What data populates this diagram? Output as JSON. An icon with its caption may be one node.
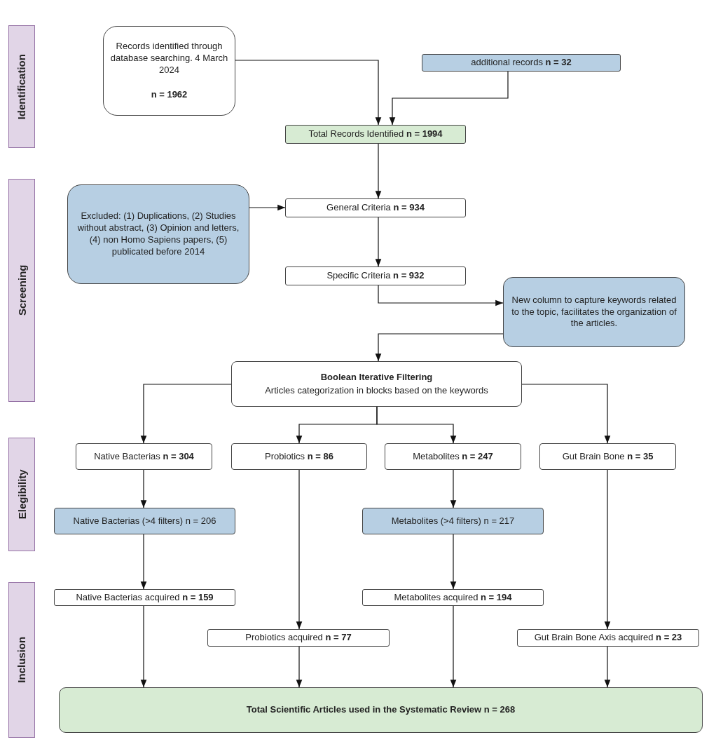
{
  "diagram": {
    "nodes": [
      {
        "text": [
          "Identification"
        ]
      },
      {
        "text": [
          "Screening"
        ]
      },
      {
        "text": [
          "Elegibility"
        ]
      },
      {
        "text": [
          "Inclusion"
        ]
      },
      {
        "text": [
          "Records identified through database searching. 4 March 2024",
          "n = 1962"
        ]
      },
      {
        "text": [
          "additional records **n = 32**"
        ]
      },
      {
        "text": [
          "Total Records Identified **n = 1994**"
        ]
      },
      {
        "text": [
          "Excluded: (1) Duplications, (2) Studies without abstract, (3) Opinion and letters, (4) non Homo Sapiens papers, (5) publicated before 2014"
        ]
      },
      {
        "text": [
          "General Criteria **n = 934**"
        ]
      },
      {
        "text": [
          "Specific Criteria **n = 932**"
        ]
      },
      {
        "text": [
          "New column to capture keywords related to the topic, facilitates the organization of the articles."
        ]
      },
      {
        "text": [
          "Boolean Iterative Filtering",
          "Articles categorization in blocks based on the keywords"
        ]
      },
      {
        "text": [
          "Native Bacterias **n = 304**"
        ]
      },
      {
        "text": [
          "Probiotics **n = 86**"
        ]
      },
      {
        "text": [
          "Metabolites **n = 247**"
        ]
      },
      {
        "text": [
          "Gut Brain Bone **n = 35**"
        ]
      },
      {
        "text": [
          "Native Bacterias (>4 filters) n = 206"
        ]
      },
      {
        "text": [
          "Metabolites (>4 filters) n = 217"
        ]
      },
      {
        "text": [
          "Native Bacterias acquired **n = 159**"
        ]
      },
      {
        "text": [
          "Metabolites acquired **n = 194**"
        ]
      },
      {
        "text": [
          "Probiotics acquired **n = 77**"
        ]
      },
      {
        "text": [
          "Gut Brain Bone Axis acquired **n = 23**"
        ]
      },
      {
        "text": [
          "Total Scientific Articles used in the Systematic Review  n = 268"
        ]
      }
    ],
    "edges": [
      {
        "from": 4,
        "to": 6,
        "arrow": "to"
      },
      {
        "from": 5,
        "to": 6,
        "arrow": "to"
      },
      {
        "from": 6,
        "to": 8,
        "arrow": "to"
      },
      {
        "from": 7,
        "to": 8,
        "arrow": "to"
      },
      {
        "from": 8,
        "to": 9,
        "arrow": "to"
      },
      {
        "from": 9,
        "to": 10,
        "arrow": "to"
      },
      {
        "from": 10,
        "to": 11,
        "arrow": "to"
      },
      {
        "from": 11,
        "to": 12,
        "arrow": "to"
      },
      {
        "from": 11,
        "to": 13,
        "arrow": "to"
      },
      {
        "from": 11,
        "to": 14,
        "arrow": "to"
      },
      {
        "from": 11,
        "to": 15,
        "arrow": "to"
      },
      {
        "from": 12,
        "to": 16,
        "arrow": "to"
      },
      {
        "from": 14,
        "to": 17,
        "arrow": "to"
      },
      {
        "from": 16,
        "to": 18,
        "arrow": "to"
      },
      {
        "from": 17,
        "to": 19,
        "arrow": "to"
      },
      {
        "from": 13,
        "to": 20,
        "arrow": "to"
      },
      {
        "from": 15,
        "to": 21,
        "arrow": "to"
      },
      {
        "from": 18,
        "to": 22,
        "arrow": "to"
      },
      {
        "from": 20,
        "to": 22,
        "arrow": "to"
      },
      {
        "from": 19,
        "to": 22,
        "arrow": "to"
      },
      {
        "from": 21,
        "to": 22,
        "arrow": "to"
      }
    ]
  }
}
